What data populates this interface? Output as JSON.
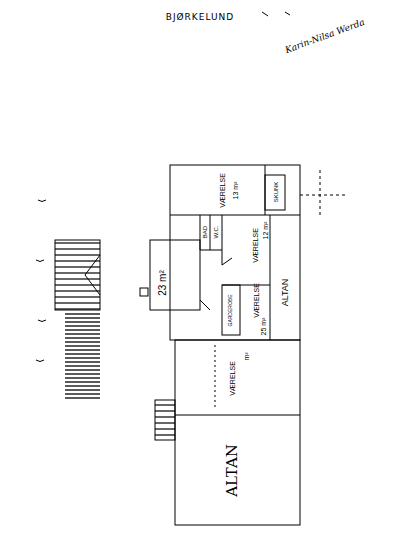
{
  "diagram": {
    "title": "BJØRKELUND",
    "labels": [
      "Karin-Nilsa Werda",
      "BAD",
      "W.C.",
      "VÆRELSE",
      "13 m²",
      "SKUNK",
      "VÆRELSE",
      "12 m²",
      "23 m²",
      "GARDEROBE",
      "VÆRELSE",
      "25 m²",
      "ALTAN",
      "VÆRELSE",
      "m²",
      "ALTAN"
    ]
  }
}
